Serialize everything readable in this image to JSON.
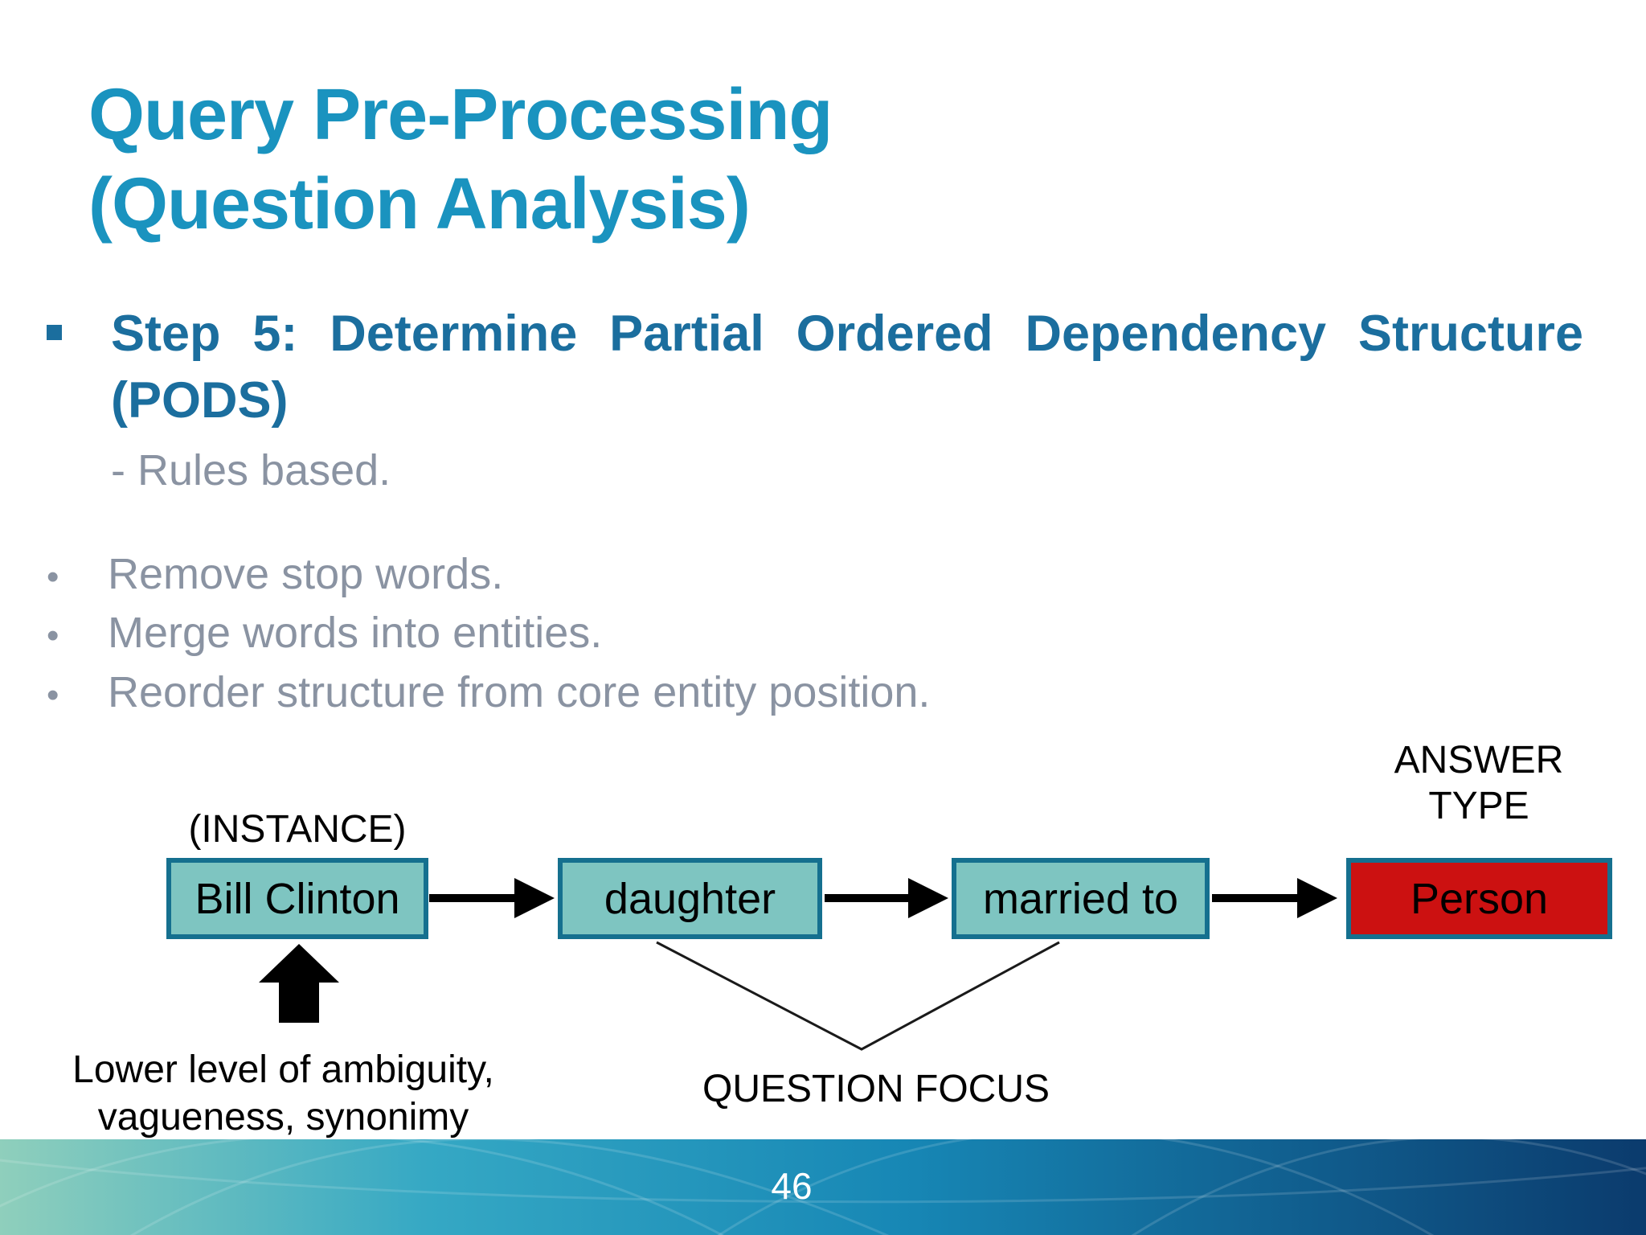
{
  "slide": {
    "title_line1": "Query Pre-Processing",
    "title_line2": "(Question Analysis)",
    "step_heading_line1": "Step 5: Determine Partial Ordered Dependency Structure",
    "step_heading_line2": "(PODS)",
    "step_subnote": "- Rules based.",
    "bullet_glyph": "•",
    "bullets": [
      "Remove stop words.",
      "Merge words into entities.",
      "Reorder structure from core entity position."
    ],
    "page_number": "46"
  },
  "diagram": {
    "instance_label": "(INSTANCE)",
    "answer_type_line1": "ANSWER",
    "answer_type_line2": "TYPE",
    "nodes": [
      {
        "label": "Bill Clinton",
        "type": "entity"
      },
      {
        "label": "daughter",
        "type": "relation"
      },
      {
        "label": "married to",
        "type": "relation"
      },
      {
        "label": "Person",
        "type": "answer-type"
      }
    ],
    "question_focus_label": "QUESTION FOCUS",
    "ambiguity_note_line1": "Lower level of ambiguity,",
    "ambiguity_note_line2": "vagueness, synonimy",
    "colors": {
      "title": "#1a93bf",
      "step_heading": "#1b6e9e",
      "muted_text": "#8a93a2",
      "node_fill": "#7ec5c1",
      "node_border": "#15708f",
      "answer_fill": "#cc1111",
      "bar_left": "#8fcfbc",
      "bar_mid": "#1787b5",
      "bar_right": "#0b3b6d"
    }
  }
}
